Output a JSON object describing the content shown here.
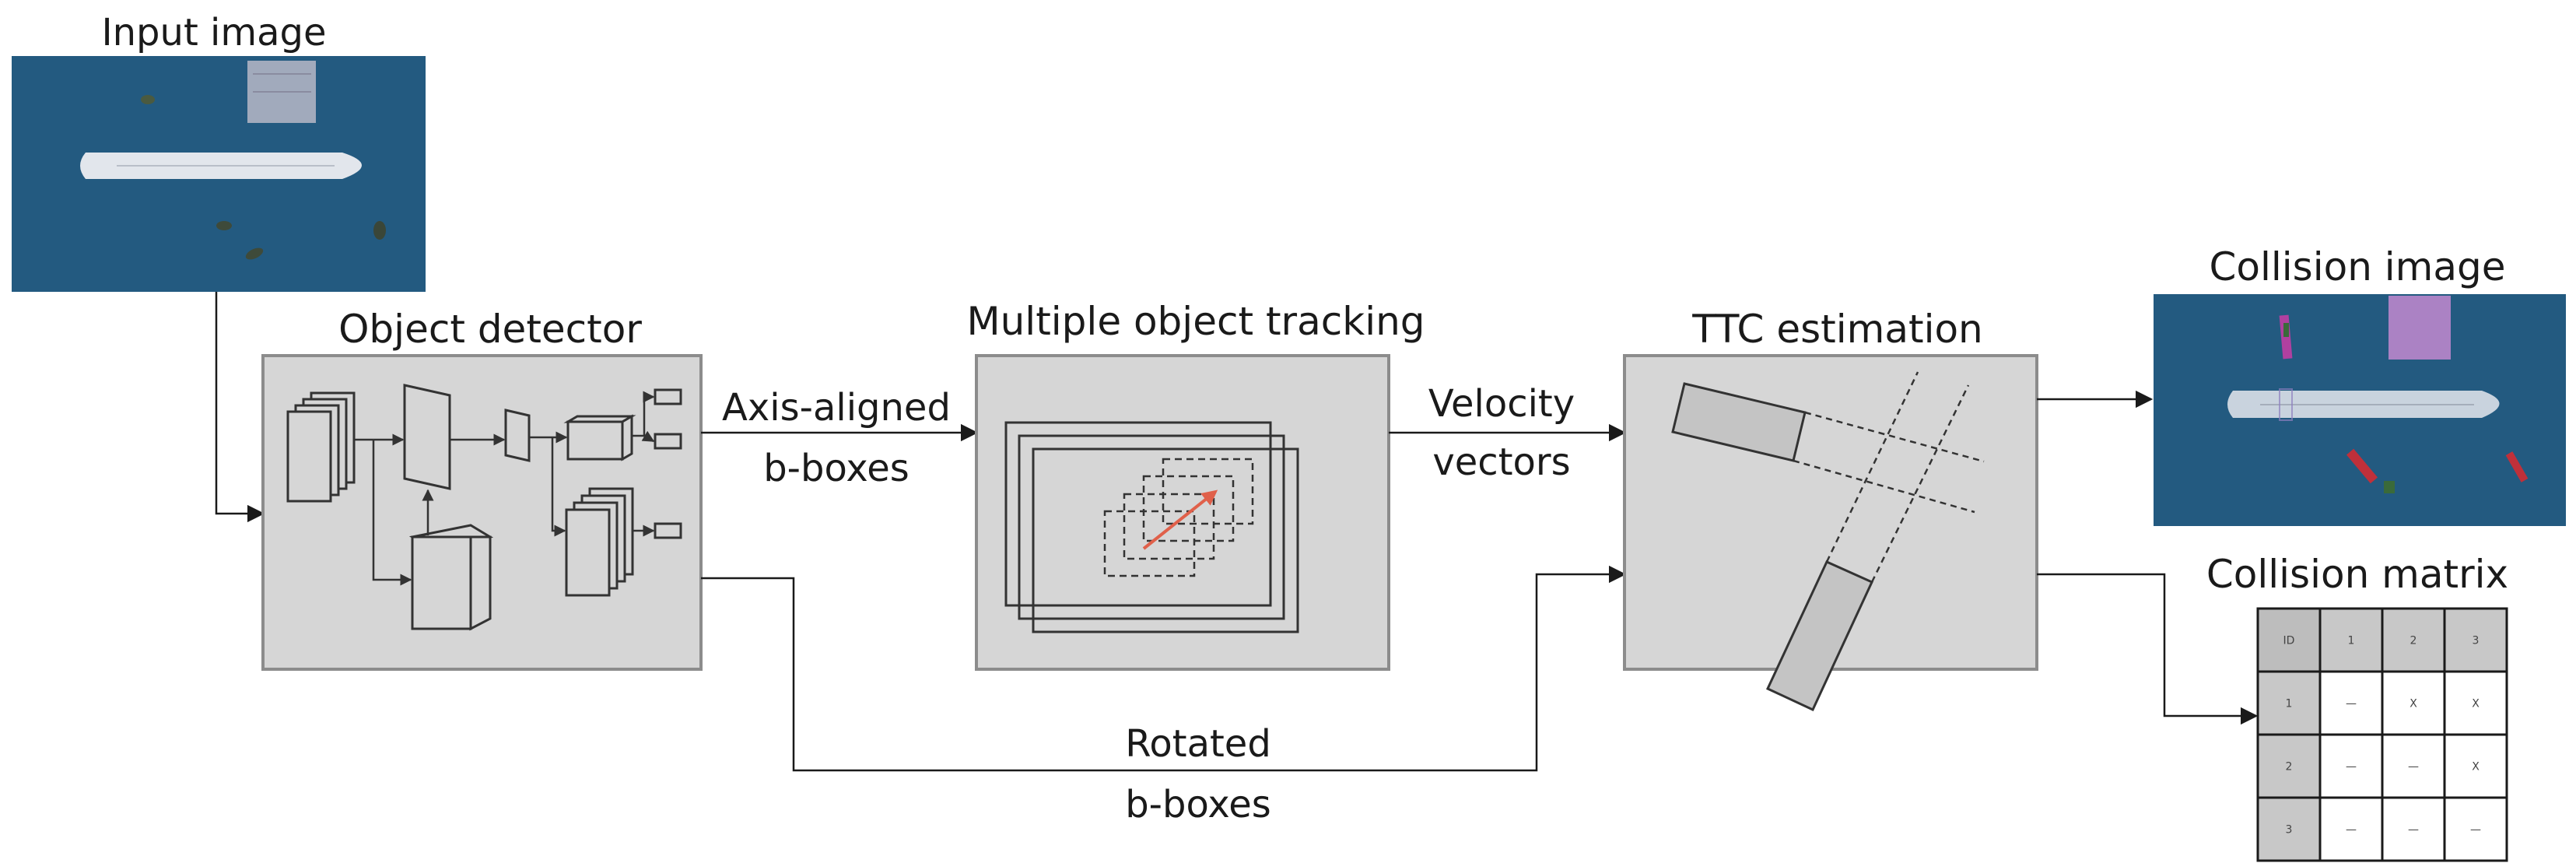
{
  "labels": {
    "input_image": "Input image",
    "object_detector": "Object detector",
    "mot": "Multiple object tracking",
    "ttc": "TTC estimation",
    "collision_image": "Collision image",
    "collision_matrix": "Collision matrix",
    "axis_line1": "Axis-aligned",
    "axis_line2": "b-boxes",
    "vel_line1": "Velocity",
    "vel_line2": "vectors",
    "rot_line1": "Rotated",
    "rot_line2": "b-boxes"
  },
  "matrix": {
    "header": [
      "ID",
      "1",
      "2",
      "3"
    ],
    "rows": [
      [
        "1",
        "—",
        "X",
        "X"
      ],
      [
        "2",
        "—",
        "—",
        "X"
      ],
      [
        "3",
        "—",
        "—",
        "—"
      ]
    ]
  },
  "colors": {
    "box_fill": "#d6d6d6",
    "box_stroke": "#8c8c8c",
    "line": "#1a1a1a",
    "sea": "#1f5277",
    "arrow_red": "#e0604a",
    "matrix_header_fill": "#c8c8c8"
  }
}
